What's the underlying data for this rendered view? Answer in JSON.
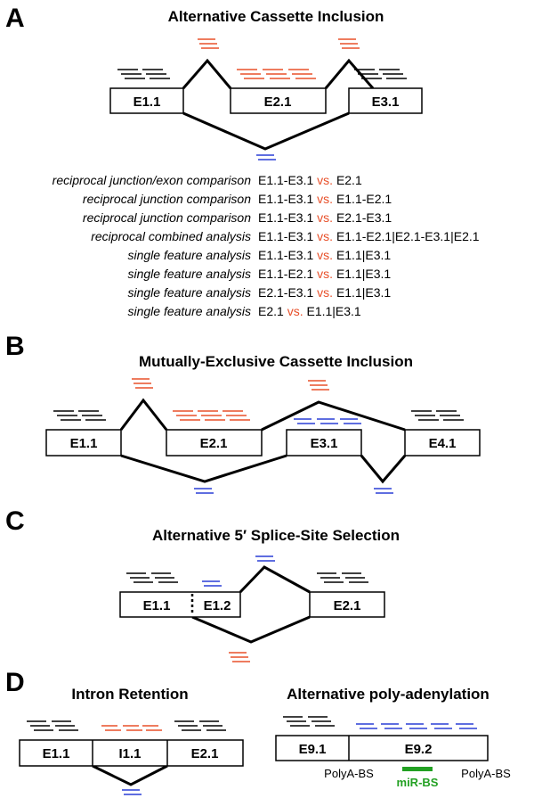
{
  "colors": {
    "read_black": "#000000",
    "read_red": "#e8502a",
    "read_blue": "#2a3fd6",
    "mirna_green": "#22a022",
    "versus_text": "#e8502a"
  },
  "panel_a": {
    "letter": "A",
    "title": "Alternative Cassette Inclusion",
    "exons": [
      "E1.1",
      "E2.1",
      "E3.1"
    ],
    "comparisons": [
      {
        "type": "reciprocal junction/exon comparison",
        "left": "E1.1-E3.1",
        "vs": "vs.",
        "right": "E2.1"
      },
      {
        "type": "reciprocal junction comparison",
        "left": "E1.1-E3.1",
        "vs": "vs.",
        "right": "E1.1-E2.1"
      },
      {
        "type": "reciprocal junction comparison",
        "left": "E1.1-E3.1",
        "vs": "vs.",
        "right": "E2.1-E3.1"
      },
      {
        "type": "reciprocal combined analysis",
        "left": "E1.1-E3.1",
        "vs": "vs.",
        "right": "E1.1-E2.1|E2.1-E3.1|E2.1"
      },
      {
        "type": "single feature analysis",
        "left": "E1.1-E3.1",
        "vs": "vs.",
        "right": "E1.1|E3.1"
      },
      {
        "type": "single feature analysis",
        "left": "E1.1-E2.1",
        "vs": "vs.",
        "right": "E1.1|E3.1"
      },
      {
        "type": "single feature analysis",
        "left": "E2.1-E3.1",
        "vs": "vs.",
        "right": "E1.1|E3.1"
      },
      {
        "type": "single feature analysis",
        "left": "E2.1",
        "vs": "vs.",
        "right": "E1.1|E3.1"
      }
    ]
  },
  "panel_b": {
    "letter": "B",
    "title": "Mutually-Exclusive Cassette Inclusion",
    "exons": [
      "E1.1",
      "E2.1",
      "E3.1",
      "E4.1"
    ]
  },
  "panel_c": {
    "letter": "C",
    "title": "Alternative 5′ Splice-Site Selection",
    "exons": [
      "E1.1",
      "E1.2",
      "E2.1"
    ]
  },
  "panel_d": {
    "letter": "D",
    "intron_retention": {
      "title": "Intron Retention",
      "exons": [
        "E1.1",
        "I1.1",
        "E2.1"
      ]
    },
    "polyadenylation": {
      "title": "Alternative poly-adenylation",
      "exons": [
        "E9.1",
        "E9.2"
      ],
      "site_labels": [
        "PolyA-BS",
        "PolyA-BS"
      ],
      "mirna_label": "miR-BS"
    }
  }
}
